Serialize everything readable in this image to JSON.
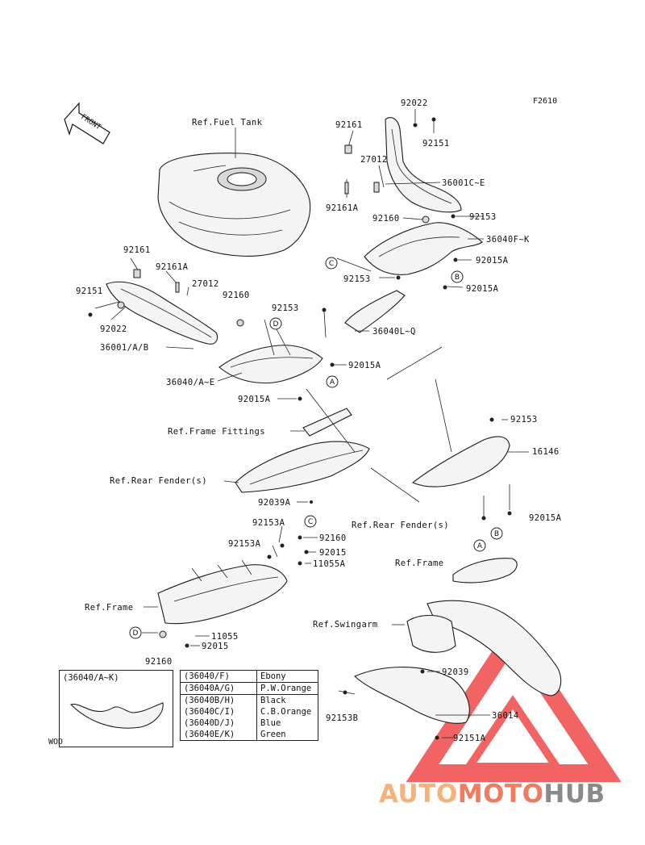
{
  "figure_code": "F2610",
  "front_label": "FRONT",
  "references": {
    "fuel_tank": "Ref.Fuel Tank",
    "frame_fittings": "Ref.Frame Fittings",
    "rear_fender_left": "Ref.Rear Fender(s)",
    "rear_fender_right": "Ref.Rear Fender(s)",
    "frame_right": "Ref.Frame",
    "frame_left": "Ref.Frame",
    "swingarm": "Ref.Swingarm"
  },
  "part_numbers": {
    "p92022_top": "92022",
    "p92161_top": "92161",
    "p92151_top": "92151",
    "p27012_top": "27012",
    "p36001_top": "36001C~E",
    "p92161A_top": "92161A",
    "p92160_top": "92160",
    "p92153_top": "92153",
    "p36040_fk": "36040F~K",
    "p92015A_a": "92015A",
    "p92153_mid": "92153",
    "p92015A_b": "92015A",
    "p92161_left": "92161",
    "p92161A_left": "92161A",
    "p27012_left": "27012",
    "p92160_left": "92160",
    "p92151_left": "92151",
    "p92153_left": "92153",
    "p92022_left": "92022",
    "p36040_lq": "36040L~Q",
    "p36001_left": "36001/A/B",
    "p92015A_c": "92015A",
    "p36040_ae": "36040/A~E",
    "p92015A_d": "92015A",
    "p92153_right": "92153",
    "p16146": "16146",
    "p92039A": "92039A",
    "p92015A_e": "92015A",
    "p92153A_a": "92153A",
    "p92160_low": "92160",
    "p92153A_b": "92153A",
    "p92015_low": "92015",
    "p11055A": "11055A",
    "p11055": "11055",
    "p92015_bot": "92015",
    "p92160_bot": "92160",
    "p92039": "92039",
    "p92153B": "92153B",
    "p36014": "36014",
    "p92151A": "92151A"
  },
  "circle_labels": {
    "c1": "C",
    "b1": "B",
    "d1": "D",
    "a1": "A",
    "c2": "C",
    "a2": "A",
    "b2": "B",
    "d2": "D"
  },
  "inset": {
    "title": "(36040/A~K)",
    "caption": "WOD"
  },
  "color_legend": [
    {
      "code": "(36040/F)",
      "color": "Ebony"
    },
    {
      "code": "(36040A/G)",
      "color": "P.W.Orange"
    },
    {
      "code": "(36040B/H)",
      "color": "Black"
    },
    {
      "code": "(36040C/I)",
      "color": "C.B.Orange"
    },
    {
      "code": "(36040D/J)",
      "color": "Blue"
    },
    {
      "code": "(36040E/K)",
      "color": "Green"
    }
  ],
  "watermark": {
    "part1": "AUTO",
    "part2": "MOTO",
    "part3": "HUB",
    "colors": {
      "auto": "#f5b27a",
      "moto": "#f07b5e",
      "hub": "#8a8a8a",
      "triangle": "#f04a4a"
    }
  }
}
